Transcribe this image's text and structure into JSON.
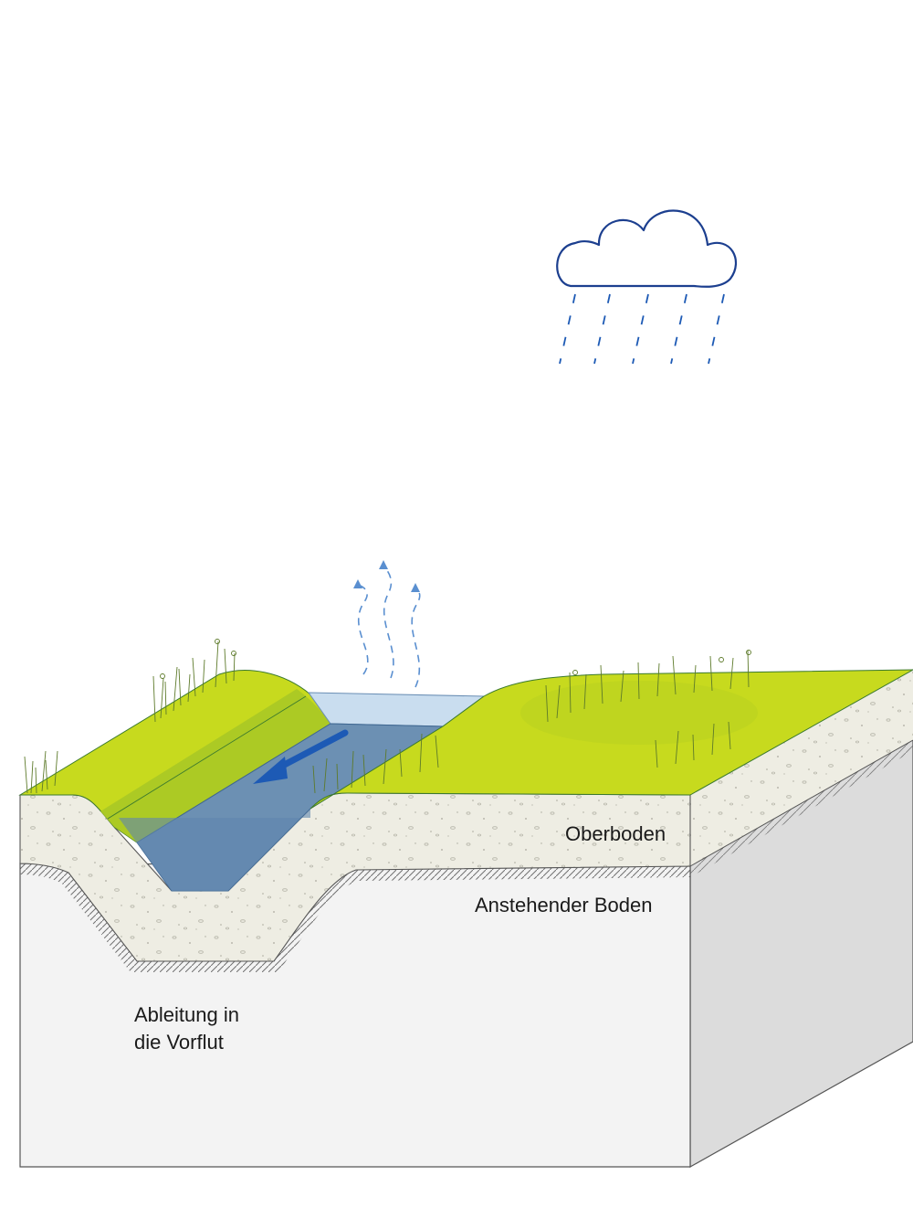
{
  "labels": {
    "topsoil": "Oberboden",
    "subsoil": "Anstehender Boden",
    "drainage_line1": "Ableitung in",
    "drainage_line2": "die Vorflut"
  },
  "colors": {
    "grass": "#c7da1e",
    "grass_dark": "#9cbc22",
    "topsoil": "#eeede3",
    "subsoil_front": "#f3f3f3",
    "subsoil_side": "#dcdcdc",
    "water": "#6c90b3",
    "water_light": "#c9ddef",
    "arrow": "#1d5ab5",
    "cloud_stroke": "#1c3f8f",
    "rain": "#1d5ab5",
    "outline": "#4a4a4a"
  },
  "icons": {
    "cloud": "rain-cloud-icon",
    "evaporation": "evaporation-arrows-icon",
    "flow": "flow-direction-arrow-icon"
  }
}
